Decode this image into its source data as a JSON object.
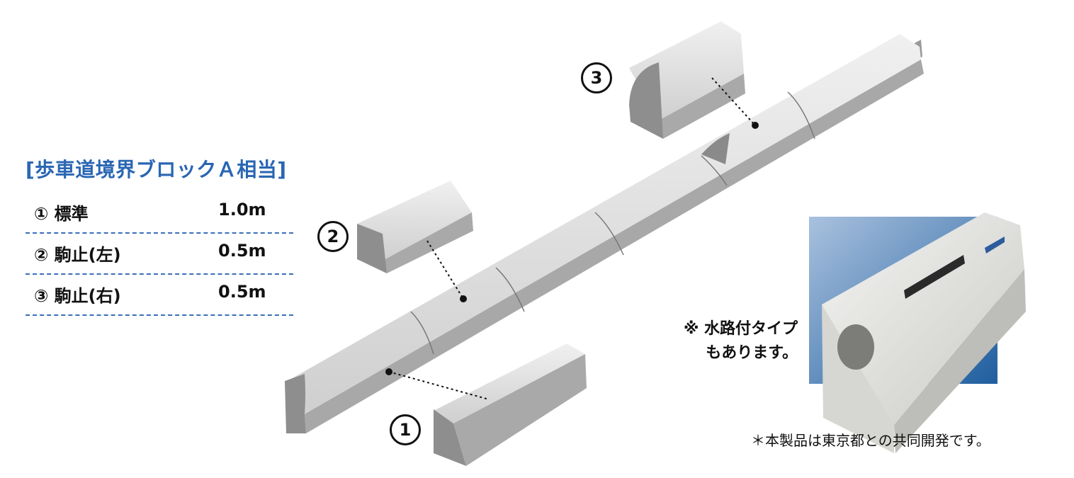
{
  "title": "[歩車道境界ブロックＡ相当]",
  "specs": [
    {
      "label": "① 標準",
      "length": "1.0m"
    },
    {
      "label": "② 駒止(左)",
      "length": "0.5m"
    },
    {
      "label": "③ 駒止(右)",
      "length": "0.5m"
    }
  ],
  "callouts": {
    "one": "1",
    "two": "2",
    "three": "3"
  },
  "water_note": "※ 水路付タイプ\nもあります。",
  "footnote": "＊本製品は東京都との共同開発です。",
  "colors": {
    "title": "#2a66b3",
    "photo_bg": "#2d6aa8",
    "block_top": "#dcdcdc",
    "block_side": "#8e8e8e"
  }
}
